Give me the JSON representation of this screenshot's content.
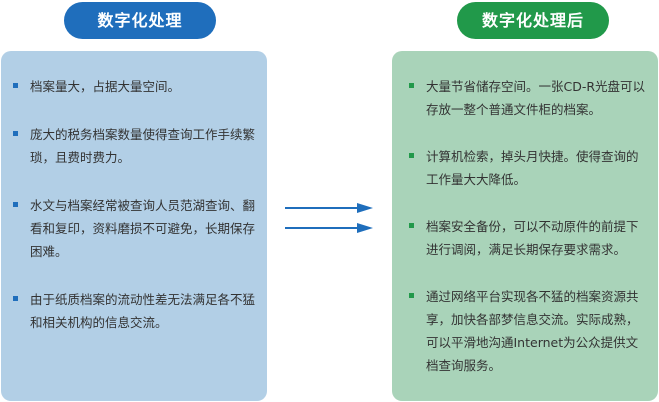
{
  "left": {
    "title": "数字化处理",
    "items": [
      "档案量大，占据大量空间。",
      "庞大的税务档案数量使得查询工作手续繁琐，且费时费力。",
      "水文与档案经常被查询人员范湖查询、翻看和复印，资料磨损不可避免，长期保存困难。",
      "由于纸质档案的流动性差无法满足各不猛和相关机构的信息交流。"
    ]
  },
  "right": {
    "title": "数字化处理后",
    "items": [
      "大量节省储存空间。一张CD-R光盘可以存放一整个普通文件柜的档案。",
      "计算机检索，掉头月快捷。使得查询的工作量大大降低。",
      "档案安全备份，可以不动原件的前提下进行调阅，满足长期保存要求需求。",
      "通过网络平台实现各不猛的档案资源共享，加快各部梦信息交流。实际成熟，可以平滑地沟通Internet为公众提供文档查询服务。"
    ]
  },
  "colors": {
    "left_accent": "#1f6ebc",
    "left_panel": "#b2cfe6",
    "right_accent": "#21994a",
    "right_panel": "#a9d3b9"
  },
  "icons": {
    "arrow": "arrow-right-icon",
    "bullet": "square-bullet-icon"
  }
}
